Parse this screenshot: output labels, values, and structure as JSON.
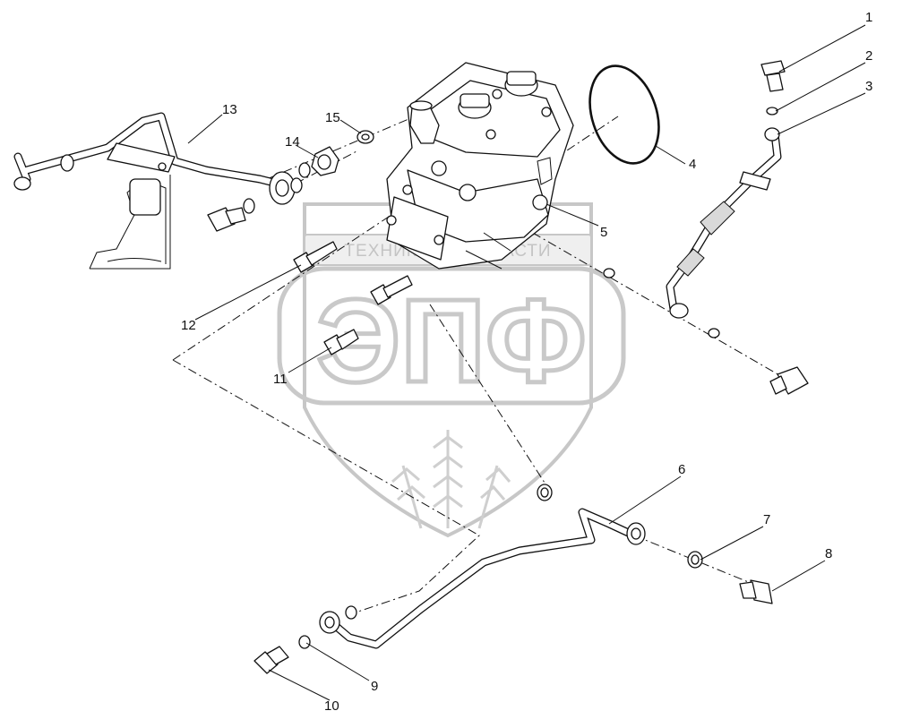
{
  "watermark": {
    "title": "ТЕХНИКА И ЗАПЧАСТИ",
    "logo_text": "ЭПФ"
  },
  "callouts": [
    {
      "id": "1",
      "text": "1"
    },
    {
      "id": "2",
      "text": "2"
    },
    {
      "id": "3",
      "text": "3"
    },
    {
      "id": "4",
      "text": "4"
    },
    {
      "id": "5",
      "text": "5"
    },
    {
      "id": "6",
      "text": "6"
    },
    {
      "id": "7",
      "text": "7"
    },
    {
      "id": "8",
      "text": "8"
    },
    {
      "id": "9",
      "text": "9"
    },
    {
      "id": "10",
      "text": "10"
    },
    {
      "id": "11",
      "text": "11"
    },
    {
      "id": "12",
      "text": "12"
    },
    {
      "id": "13",
      "text": "13"
    },
    {
      "id": "14",
      "text": "14"
    },
    {
      "id": "15",
      "text": "15"
    }
  ]
}
